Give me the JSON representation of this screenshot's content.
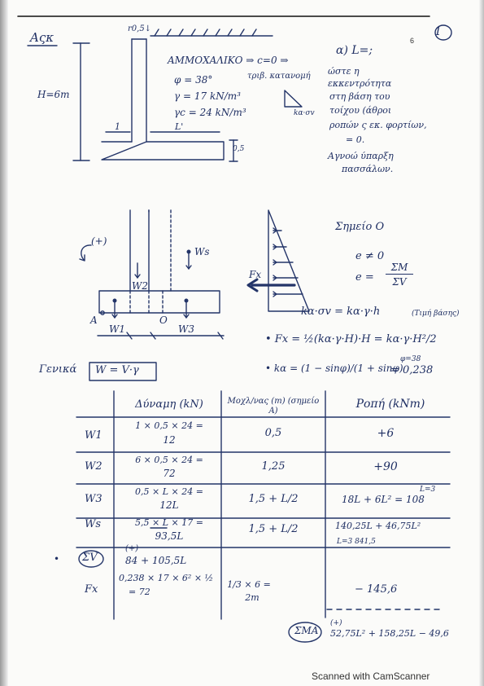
{
  "page_number_circle": "1",
  "small_page_number": "6",
  "title": "Αςκ",
  "top_label": "r0,5↓",
  "height_label": "H=6m",
  "material": {
    "line1": "ΑΜΜΟΧΑΛΙΚΟ ⇒ c=0 ⇒",
    "line1b": "τριβ. κατανομή",
    "phi": "φ = 38°",
    "gamma": "γ = 17 kN/m³",
    "gamma_c": "γc = 24 kN/m³",
    "triangle_label": "kα·σv"
  },
  "dims": {
    "one": "1",
    "L_prime": "L'",
    "half": "0,5"
  },
  "part_a": [
    "α) L=;",
    "ώστε η",
    "εκκεντρότητα",
    "στη βάση του",
    "τοίχου (άθροι",
    "ροπών ς εκ. φορτίων,",
    "= 0.",
    "Αγνοώ ύπαρξη",
    "πασσάλων."
  ],
  "diagram2": {
    "moment_sign": "(+)",
    "ws": "Ws",
    "w2": "W2",
    "w1": "W1",
    "w3": "W3",
    "A": "A",
    "O": "O",
    "Fx": "Fx"
  },
  "general": {
    "label": "Γενικά",
    "formula": "W = V·γ"
  },
  "eccentric": {
    "title": "Σημείο O",
    "e1": "e ≠ 0",
    "e2_lhs": "e =",
    "e2_num": "ΣM",
    "e2_den": "ΣV"
  },
  "earth_pressure": {
    "sigma": "kα·σv = kα·γ·h",
    "sigma_note": "(Τιμή βάσης)",
    "fx": "• Fx = ½(kα·γ·H)·H = kα·γ·H²/2",
    "ka": "• kα = (1 − sinφ)/(1 + sinφ)",
    "phi_note": "φ=38",
    "ka_value": "= 0,238"
  },
  "table": {
    "headers": [
      "Δύναμη (kN)",
      "Μοχλ/νας (m) (σημείο A)",
      "Ροπή (kNm)"
    ],
    "rows": [
      {
        "label": "W1",
        "force1": "1 × 0,5 × 24 =",
        "force2": "12",
        "arm": "0,5",
        "moment": "+6",
        "moment2": ""
      },
      {
        "label": "W2",
        "force1": "6 × 0,5 × 24 =",
        "force2": "72",
        "arm": "1,25",
        "moment": "+90",
        "moment2": ""
      },
      {
        "label": "W3",
        "force1": "0,5 × L × 24 =",
        "force2": "12L",
        "arm": "1,5 + L/2",
        "moment": "18L + 6L² = 108",
        "moment2": "L=3"
      },
      {
        "label": "Ws",
        "force1": "5,5 × L × 17 =",
        "force2": "93,5L",
        "arm": "1,5 + L/2",
        "moment": "140,25L + 46,75L²",
        "moment2": "L=3  841,5"
      }
    ],
    "sum_v": {
      "label": "ΣV",
      "sign": "(+)",
      "value": "84 + 105,5L"
    },
    "fx": {
      "label": "Fx",
      "force1": "0,238 × 17 × 6² × ½",
      "force2": "= 72",
      "arm1": "1/3 × 6 =",
      "arm2": "2m",
      "moment": "− 145,6"
    },
    "sum_ma": {
      "label": "ΣMA",
      "sign": "(+)",
      "value": "52,75L² + 158,25L − 49,6"
    }
  },
  "bullet": "•",
  "footer": "Scanned with CamScanner"
}
